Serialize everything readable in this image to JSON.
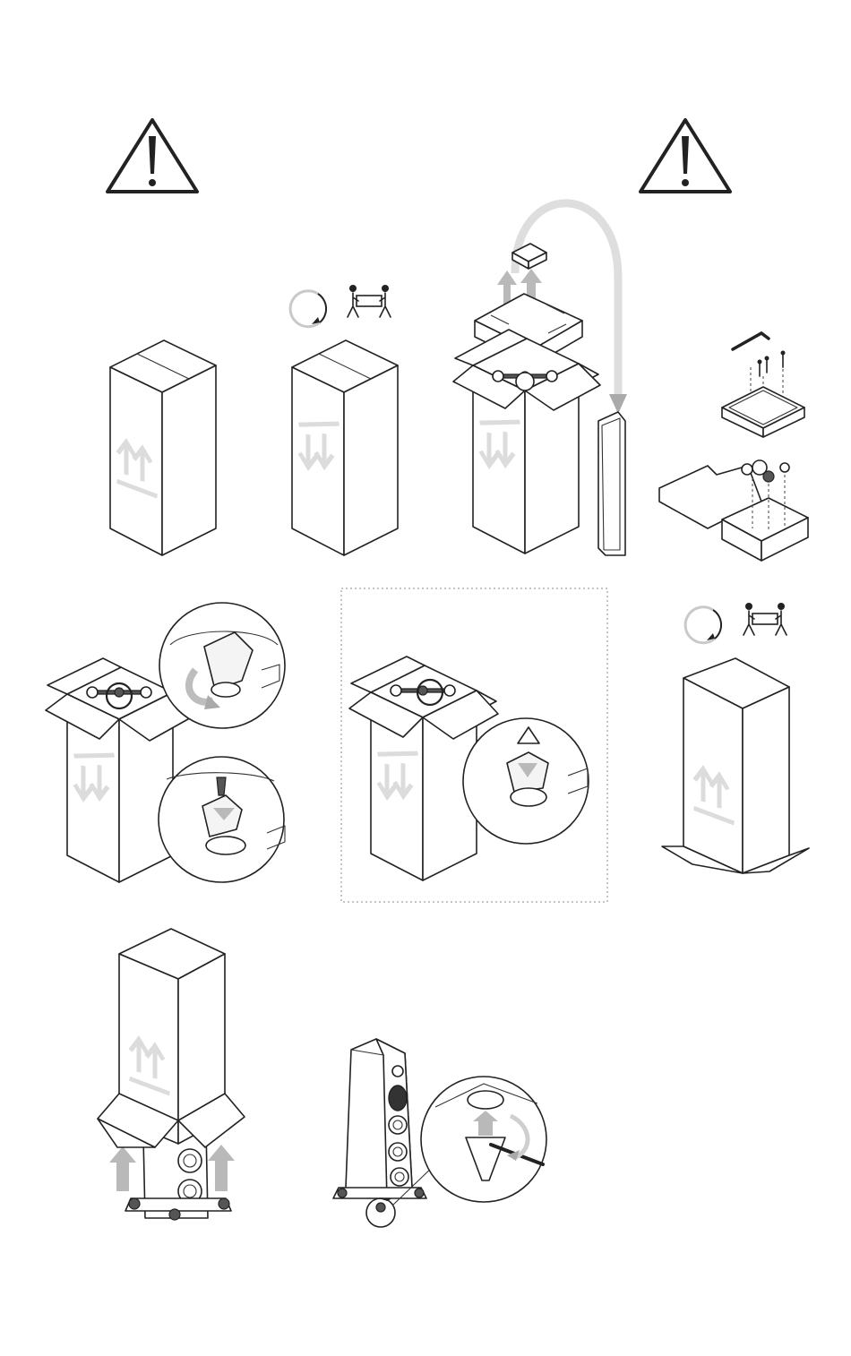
{
  "colors": {
    "line": "#222222",
    "background": "#ffffff",
    "arrow": "#b9b9b9",
    "dotted_frame": "#888888"
  },
  "icons": [
    "warning-triangle-icon",
    "rotate-arrow-icon",
    "two-person-lift-icon",
    "this-way-up-icon",
    "hex-key-icon",
    "screw-icon",
    "spike-foot-icon",
    "magnifier-circle-icon"
  ],
  "steps": [
    "carton-upright",
    "carton-inverted-two-person",
    "remove-top-packaging",
    "accessory-boxes",
    "attach-feet-outriggers",
    "fit-spikes",
    "turn-upright-two-person",
    "lift-carton-off-speaker",
    "adjust-spike-covers"
  ]
}
